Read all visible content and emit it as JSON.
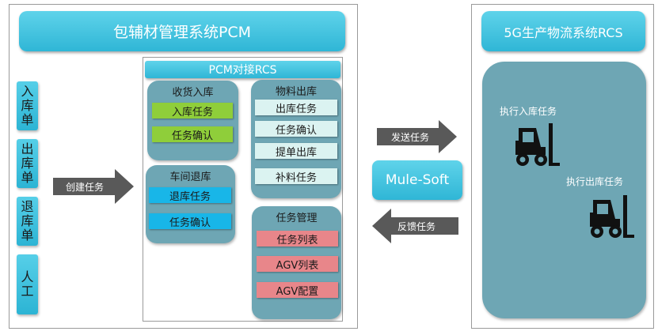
{
  "pcm": {
    "title": "包辅材管理系统PCM",
    "side_tabs": [
      "入库单",
      "出库单",
      "退库单",
      "人工"
    ],
    "create_arrow_label": "创建任务",
    "rcs_bar_label": "PCM对接RCS",
    "groups": {
      "receiving": {
        "title": "收货入库",
        "items": [
          "入库任务",
          "任务确认"
        ]
      },
      "return": {
        "title": "车间退库",
        "items": [
          "退库任务",
          "任务确认"
        ]
      },
      "outbound": {
        "title": "物料出库",
        "items": [
          "出库任务",
          "任务确认",
          "提单出库",
          "补料任务"
        ]
      },
      "task_mgmt": {
        "title": "任务管理",
        "items": [
          "任务列表",
          "AGV列表",
          "AGV配置"
        ]
      }
    }
  },
  "middleware": {
    "send_label": "发送任务",
    "feedback_label": "反馈任务",
    "name": "Mule-Soft"
  },
  "rcs": {
    "title": "5G生产物流系统RCS",
    "tasks": [
      "执行入库任务",
      "执行出库任务"
    ]
  },
  "icons": [
    "forklift-icon",
    "forklift-icon"
  ],
  "colors": {
    "title_bar": "#2fb6d6",
    "group_bg": "#6ea6b4",
    "receiving_item": "#8fce3a",
    "outbound_item": "#dbf3f1",
    "return_item": "#18b6e8",
    "task_item": "#e8868a",
    "arrow": "#595959"
  }
}
